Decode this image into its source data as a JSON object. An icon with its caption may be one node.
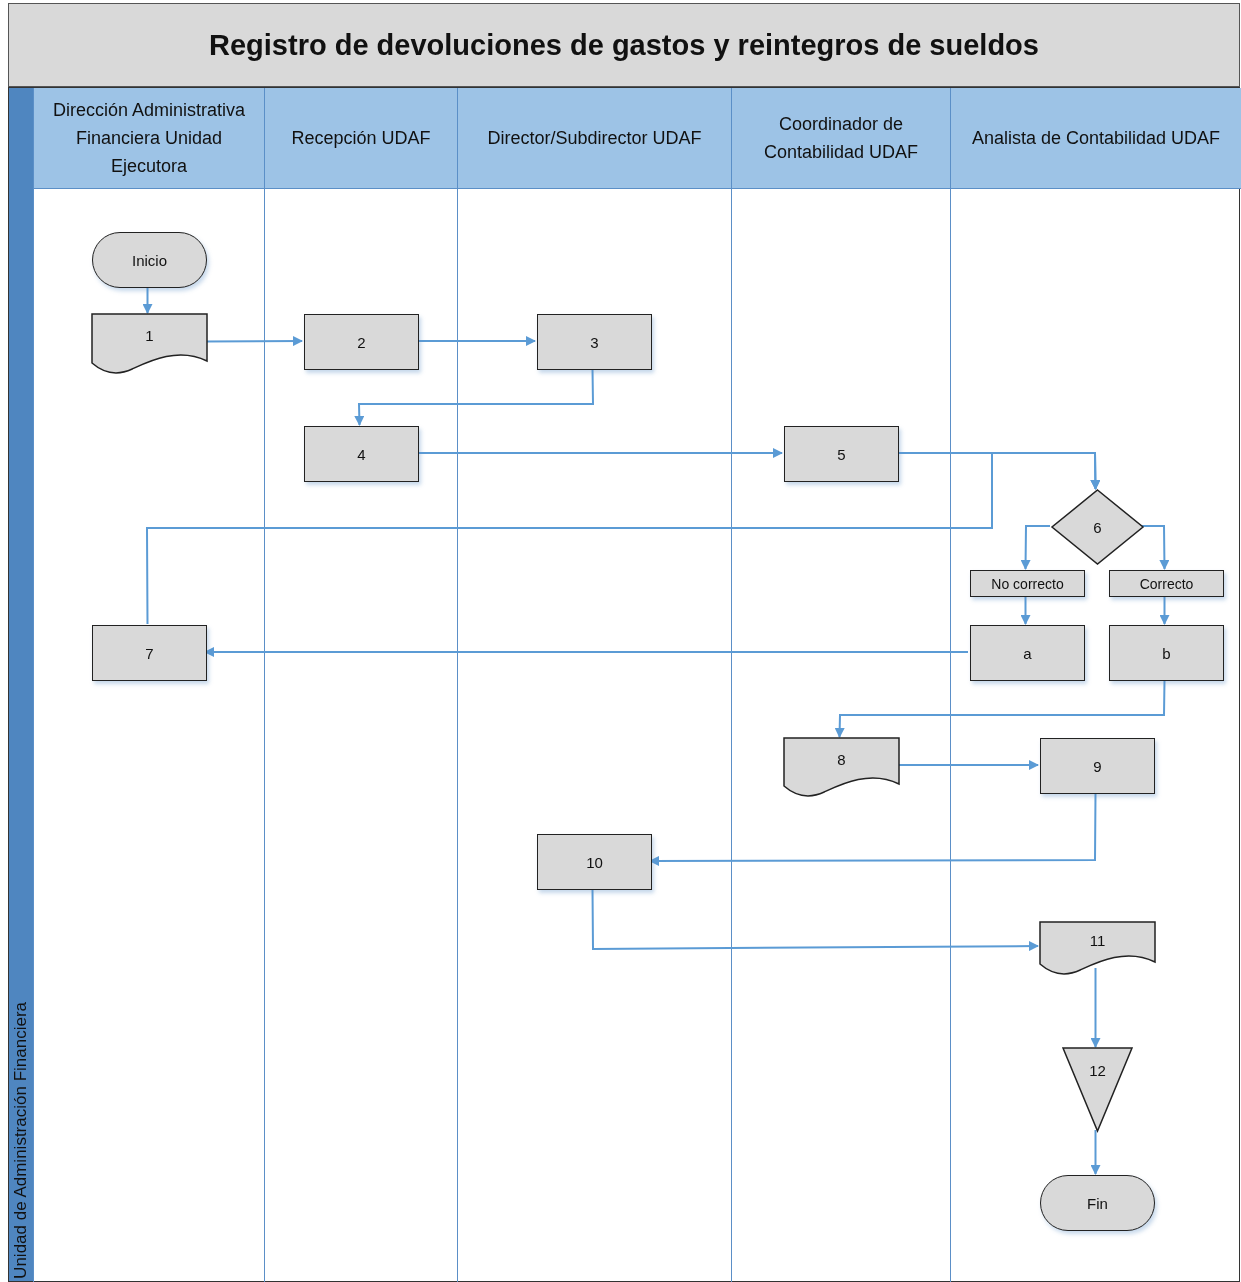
{
  "diagram": {
    "title": "Registro de devoluciones de gastos y reintegros de sueldos",
    "nodes": [
      {
        "text": [
          "Unidad de Administración Financiera"
        ]
      },
      {
        "text": [
          "Dirección Administrativa Financiera Unidad Ejecutora"
        ],
        "in": 0
      },
      {
        "text": [
          "Recepción UDAF"
        ],
        "in": 0
      },
      {
        "text": [
          "Director/Subdirector UDAF"
        ],
        "in": 0
      },
      {
        "text": [
          "Coordinador de Contabilidad UDAF"
        ],
        "in": 0
      },
      {
        "text": [
          "Analista de Contabilidad UDAF"
        ],
        "in": 0
      },
      {
        "text": [
          "Inicio"
        ],
        "in": 1
      },
      {
        "text": [
          "1"
        ],
        "in": 1
      },
      {
        "text": [
          "2"
        ],
        "in": 2
      },
      {
        "text": [
          "3"
        ],
        "in": 3
      },
      {
        "text": [
          "4"
        ],
        "in": 2
      },
      {
        "text": [
          "5"
        ],
        "in": 4
      },
      {
        "text": [
          "6"
        ],
        "in": 5
      },
      {
        "text": [
          "No correcto"
        ],
        "in": 5
      },
      {
        "text": [
          "Correcto"
        ],
        "in": 5
      },
      {
        "text": [
          "7"
        ],
        "in": 1
      },
      {
        "text": [
          "a"
        ],
        "in": 5
      },
      {
        "text": [
          "b"
        ],
        "in": 5
      },
      {
        "text": [
          "8"
        ],
        "in": 4
      },
      {
        "text": [
          "9"
        ],
        "in": 5
      },
      {
        "text": [
          "10"
        ],
        "in": 3
      },
      {
        "text": [
          "11"
        ],
        "in": 5
      },
      {
        "text": [
          "12"
        ],
        "in": 5
      },
      {
        "text": [
          "Fin"
        ],
        "in": 5
      }
    ],
    "edges": [
      {
        "from": 6,
        "to": 7,
        "arrow": "to"
      },
      {
        "from": 7,
        "to": 8,
        "arrow": "to"
      },
      {
        "from": 8,
        "to": 9,
        "arrow": "to"
      },
      {
        "from": 9,
        "to": 10,
        "arrow": "to"
      },
      {
        "from": 10,
        "to": 11,
        "arrow": "to"
      },
      {
        "from": 11,
        "to": 12,
        "arrow": "to"
      },
      {
        "from": 15,
        "to": 12,
        "arrow": "to"
      },
      {
        "from": 12,
        "to": 13,
        "arrow": "to"
      },
      {
        "from": 12,
        "to": 14,
        "arrow": "to"
      },
      {
        "from": 13,
        "to": 16,
        "arrow": "to"
      },
      {
        "from": 14,
        "to": 17,
        "arrow": "to"
      },
      {
        "from": 16,
        "to": 15,
        "arrow": "to"
      },
      {
        "from": 17,
        "to": 18,
        "arrow": "to"
      },
      {
        "from": 18,
        "to": 19,
        "arrow": "to"
      },
      {
        "from": 19,
        "to": 20,
        "arrow": "to"
      },
      {
        "from": 20,
        "to": 21,
        "arrow": "to"
      },
      {
        "from": 21,
        "to": 22,
        "arrow": "to"
      },
      {
        "from": 22,
        "to": 23,
        "arrow": "to"
      }
    ]
  }
}
